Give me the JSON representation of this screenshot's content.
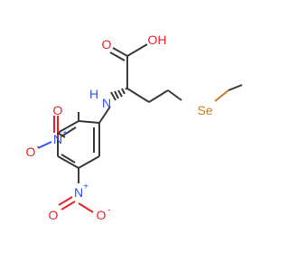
{
  "molecule": {
    "atoms": {
      "hydroxyl": "OH",
      "carbonyl_o": "O",
      "amine_n": "N",
      "amine_h": "H",
      "selenium": "Se",
      "nitro2_n": "N",
      "nitro2_n_charge": "+",
      "nitro2_o_double": "O",
      "nitro2_o_single": "O",
      "nitro2_o_charge": "-",
      "nitro4_n": "N",
      "nitro4_n_charge": "+",
      "nitro4_o_double": "O",
      "nitro4_o_single": "O",
      "nitro4_o_charge": "-"
    },
    "colors": {
      "bond": "#3a3a3a",
      "oxygen": "#e8232d",
      "nitrogen": "#3050f8",
      "selenium": "#c67a22"
    }
  }
}
